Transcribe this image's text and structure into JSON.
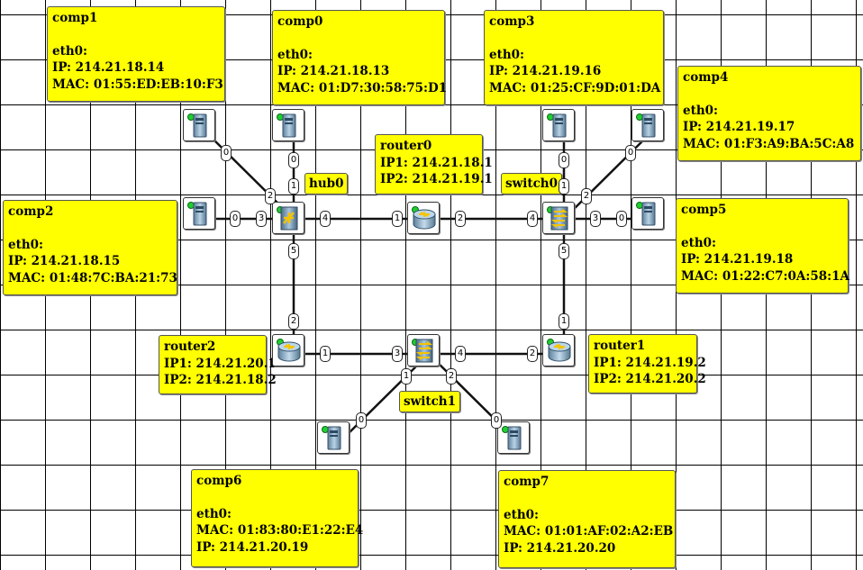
{
  "computers": {
    "comp0": {
      "name": "comp0",
      "iface": "eth0:",
      "line1": "IP: 214.21.18.13",
      "line2": "MAC: 01:D7:30:58:75:D1"
    },
    "comp1": {
      "name": "comp1",
      "iface": "eth0:",
      "line1": "IP: 214.21.18.14",
      "line2": "MAC: 01:55:ED:EB:10:F3"
    },
    "comp2": {
      "name": "comp2",
      "iface": "eth0:",
      "line1": "IP: 214.21.18.15",
      "line2": "MAC: 01:48:7C:BA:21:73"
    },
    "comp3": {
      "name": "comp3",
      "iface": "eth0:",
      "line1": "IP: 214.21.19.16",
      "line2": "MAC: 01:25:CF:9D:01:DA"
    },
    "comp4": {
      "name": "comp4",
      "iface": "eth0:",
      "line1": "IP: 214.21.19.17",
      "line2": "MAC: 01:F3:A9:BA:5C:A8"
    },
    "comp5": {
      "name": "comp5",
      "iface": "eth0:",
      "line1": "IP: 214.21.19.18",
      "line2": "MAC: 01:22:C7:0A:58:1A"
    },
    "comp6": {
      "name": "comp6",
      "iface": "eth0:",
      "line1": "MAC: 01:83:80:E1:22:E4",
      "line2": "IP: 214.21.20.19"
    },
    "comp7": {
      "name": "comp7",
      "iface": "eth0:",
      "line1": "MAC: 01:01:AF:02:A2:EB",
      "line2": "IP: 214.21.20.20"
    }
  },
  "routers": {
    "router0": {
      "name": "router0",
      "ip1": "IP1: 214.21.18.1",
      "ip2": "IP2: 214.21.19.1"
    },
    "router1": {
      "name": "router1",
      "ip1": "IP1: 214.21.19.2",
      "ip2": "IP2: 214.21.20.2"
    },
    "router2": {
      "name": "router2",
      "ip1": "IP1: 214.21.20.1",
      "ip2": "IP2: 214.21.18.2"
    }
  },
  "hubs": {
    "hub0": {
      "name": "hub0"
    }
  },
  "switches": {
    "switch0": {
      "name": "switch0"
    },
    "switch1": {
      "name": "switch1"
    }
  },
  "ports": {
    "comp1": "0",
    "comp0": "0",
    "comp2": "0",
    "hub0_comp1": "2",
    "hub0_comp0": "1",
    "hub0_comp2": "3",
    "hub0_router0": "4",
    "hub0_router2": "5",
    "router0_hub0": "1",
    "router0_switch0": "2",
    "comp3": "0",
    "comp4": "0",
    "comp5": "0",
    "switch0_router0": "4",
    "switch0_comp3": "1",
    "switch0_comp4": "2",
    "switch0_comp5": "3",
    "switch0_router1": "5",
    "router1_switch0": "1",
    "router1_switch1": "2",
    "router2_hub0": "2",
    "router2_switch1": "1",
    "switch1_router2": "3",
    "switch1_router1": "4",
    "switch1_comp6": "1",
    "switch1_comp7": "2",
    "comp6": "0",
    "comp7": "0"
  },
  "icons": {
    "computer": "server-tower-icon",
    "hub": "hub-icon",
    "switch": "switch-icon",
    "router": "router-icon"
  },
  "colors": {
    "label_bg": "#ffff00",
    "status_led": "#1fcf2f",
    "grid": "#000000"
  }
}
